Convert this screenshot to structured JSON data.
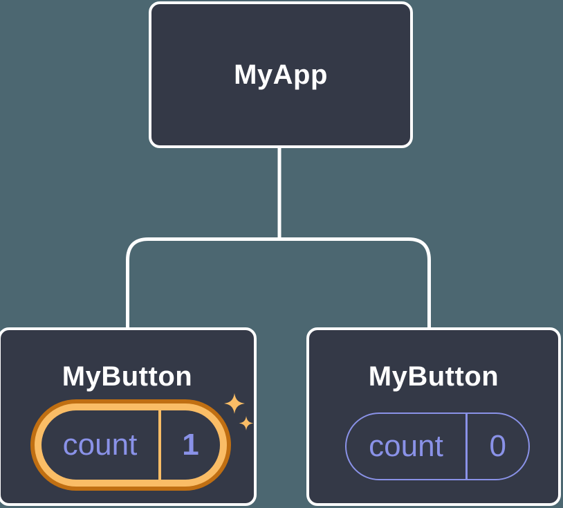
{
  "title": "Component tree diagram",
  "colors": {
    "background": "#4C6771",
    "node_fill": "#343947",
    "node_border": "#FFFFFF",
    "connector": "#FFFFFF",
    "label_text": "#FFFFFF",
    "state_text": "#8A92E8",
    "state_border": "#8A92E8",
    "highlight_ring_outer": "#C06F12",
    "highlight_ring_inner": "#FABD66",
    "sparkle": "#FABD66"
  },
  "tree": {
    "root": {
      "label": "MyApp"
    },
    "children": [
      {
        "label": "MyButton",
        "state": {
          "key": "count",
          "value": "1"
        },
        "highlighted": true,
        "icon": "sparkle-icon"
      },
      {
        "label": "MyButton",
        "state": {
          "key": "count",
          "value": "0"
        },
        "highlighted": false
      }
    ]
  }
}
